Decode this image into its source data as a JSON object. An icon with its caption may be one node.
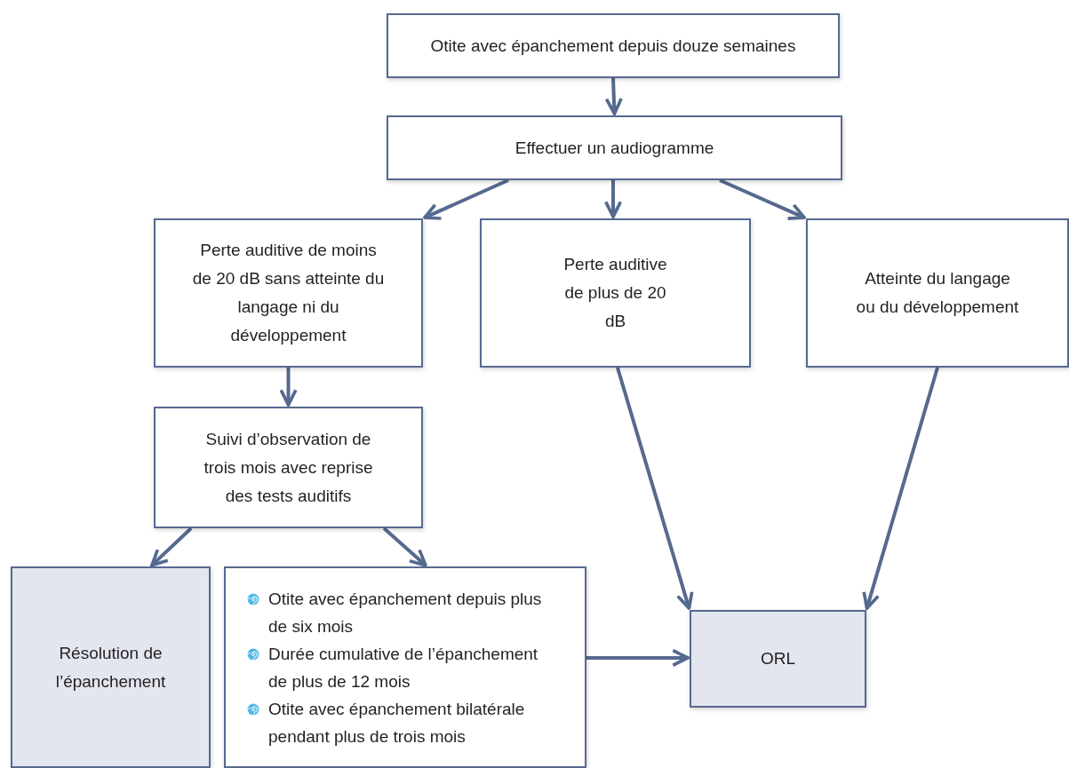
{
  "diagram": {
    "nodes": [
      {
        "text": [
          "Otite avec épanchement depuis douze semaines"
        ]
      },
      {
        "text": [
          "Effectuer un audiogramme"
        ]
      },
      {
        "text": [
          "Perte auditive de moins de 20 dB sans atteinte du langage ni du développement"
        ]
      },
      {
        "text": [
          "Perte auditive de plus de 20 dB"
        ]
      },
      {
        "text": [
          "Atteinte du langage ou du développement"
        ]
      },
      {
        "text": [
          "Suivi d’observation de trois mois avec reprise des tests auditifs"
        ]
      },
      {
        "text": [
          "Résolution de l’épanchement"
        ]
      },
      {
        "text": [
          "Otite avec épanchement depuis plus de six mois",
          "Durée cumulative de l’épanchement de plus de 12 mois",
          "Otite avec épanchement bilatérale pendant plus de trois mois"
        ]
      },
      {
        "text": [
          "ORL"
        ]
      }
    ],
    "edges": [
      {
        "from": 0,
        "to": 1,
        "arrow": "to"
      },
      {
        "from": 1,
        "to": 2,
        "arrow": "to"
      },
      {
        "from": 1,
        "to": 3,
        "arrow": "to"
      },
      {
        "from": 1,
        "to": 4,
        "arrow": "to"
      },
      {
        "from": 2,
        "to": 5,
        "arrow": "to"
      },
      {
        "from": 5,
        "to": 6,
        "arrow": "to"
      },
      {
        "from": 5,
        "to": 7,
        "arrow": "to"
      },
      {
        "from": 3,
        "to": 8,
        "arrow": "to"
      },
      {
        "from": 4,
        "to": 8,
        "arrow": "to"
      },
      {
        "from": 7,
        "to": 8,
        "arrow": "to"
      }
    ]
  }
}
